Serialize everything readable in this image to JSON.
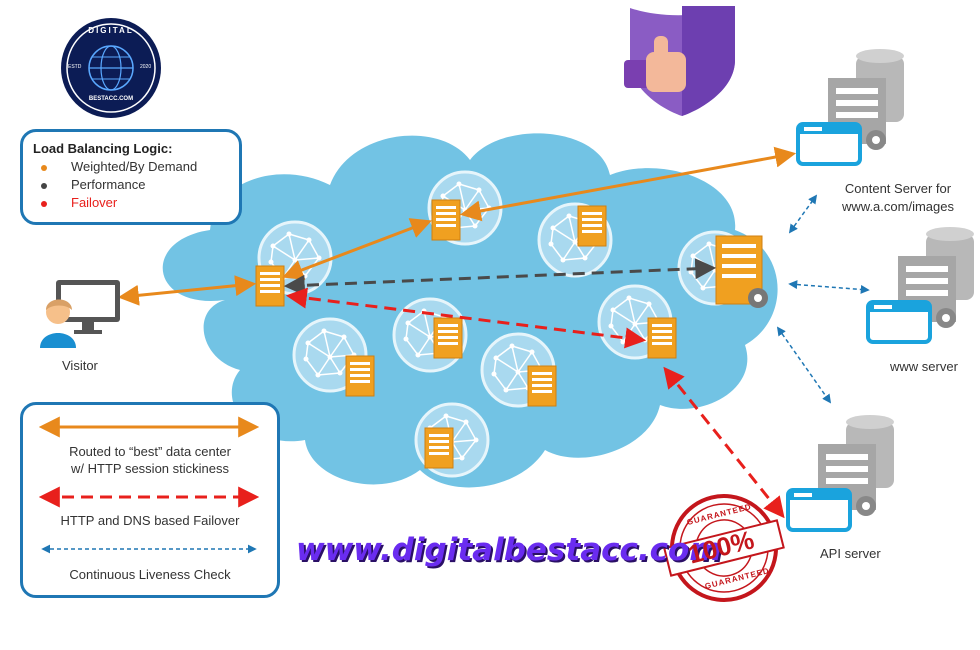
{
  "logo": {
    "top_text": "DIGITAL",
    "bottom_text": "BESTACC.COM",
    "left_text": "ESTD",
    "right_text": "2020"
  },
  "logic_legend": {
    "title": "Load Balancing Logic:",
    "items": [
      {
        "label": "Weighted/By Demand",
        "color": "#e8891c",
        "text_color": "#333333"
      },
      {
        "label": "Performance",
        "color": "#444444",
        "text_color": "#333333"
      },
      {
        "label": "Failover",
        "color": "#e8201c",
        "text_color": "#e8201c"
      }
    ]
  },
  "visitor_label": "Visitor",
  "servers": {
    "content": {
      "line1": "Content Server for",
      "line2": "www.a.com/images"
    },
    "www": {
      "label": "www server"
    },
    "api": {
      "label": "API server"
    }
  },
  "line_legend": {
    "routed_line1": "Routed to “best” data center",
    "routed_line2": "w/ HTTP session stickiness",
    "failover": "HTTP and DNS based Failover",
    "liveness": "Continuous Liveness Check"
  },
  "watermark": "www.digitalbestacc.com",
  "stamp": {
    "text": "100%",
    "top": "GUARANTEED",
    "bottom": "GUARANTEED"
  },
  "colors": {
    "orange": "#e8891c",
    "dark_gray": "#4a4a4a",
    "red": "#e8201c",
    "blue": "#1f77b4",
    "cloud": "#72c3e4",
    "accent_purple": "#6a2cf0"
  }
}
